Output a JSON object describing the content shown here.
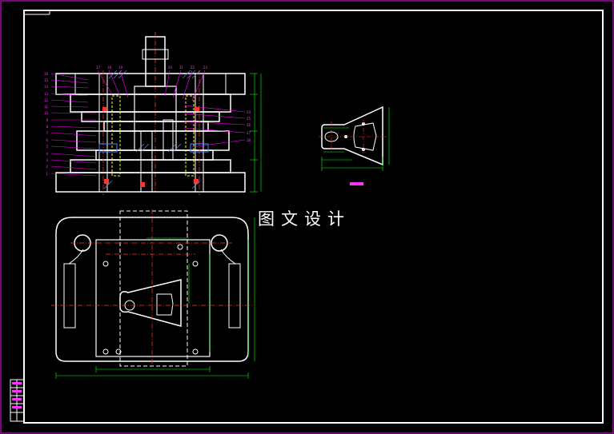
{
  "watermark": "图文设计",
  "colors": {
    "background": "#000000",
    "frame": "#ffffff",
    "outer_border": "#ff00ff",
    "dimension": "#00ff00",
    "part_line": "#ffffff",
    "center_line": "#ff3333",
    "hidden_line": "#ffff00",
    "leader": "#ff00ff",
    "hatch": "#4488ff",
    "note_fill": "#ff33ff"
  },
  "die_section": {
    "part_numbers_left": [
      "16",
      "15",
      "14",
      "13",
      "12",
      "11",
      "10",
      "9",
      "8",
      "7",
      "6",
      "5",
      "4",
      "3",
      "2",
      "1"
    ],
    "part_numbers_top": [
      "17",
      "18",
      "19",
      "20",
      "21",
      "22",
      "23"
    ],
    "part_numbers_right": [
      "24",
      "25",
      "26",
      "27",
      "28"
    ]
  },
  "icons": [
    "guide-pillar-hole-icon",
    "die-cavity-icon"
  ]
}
